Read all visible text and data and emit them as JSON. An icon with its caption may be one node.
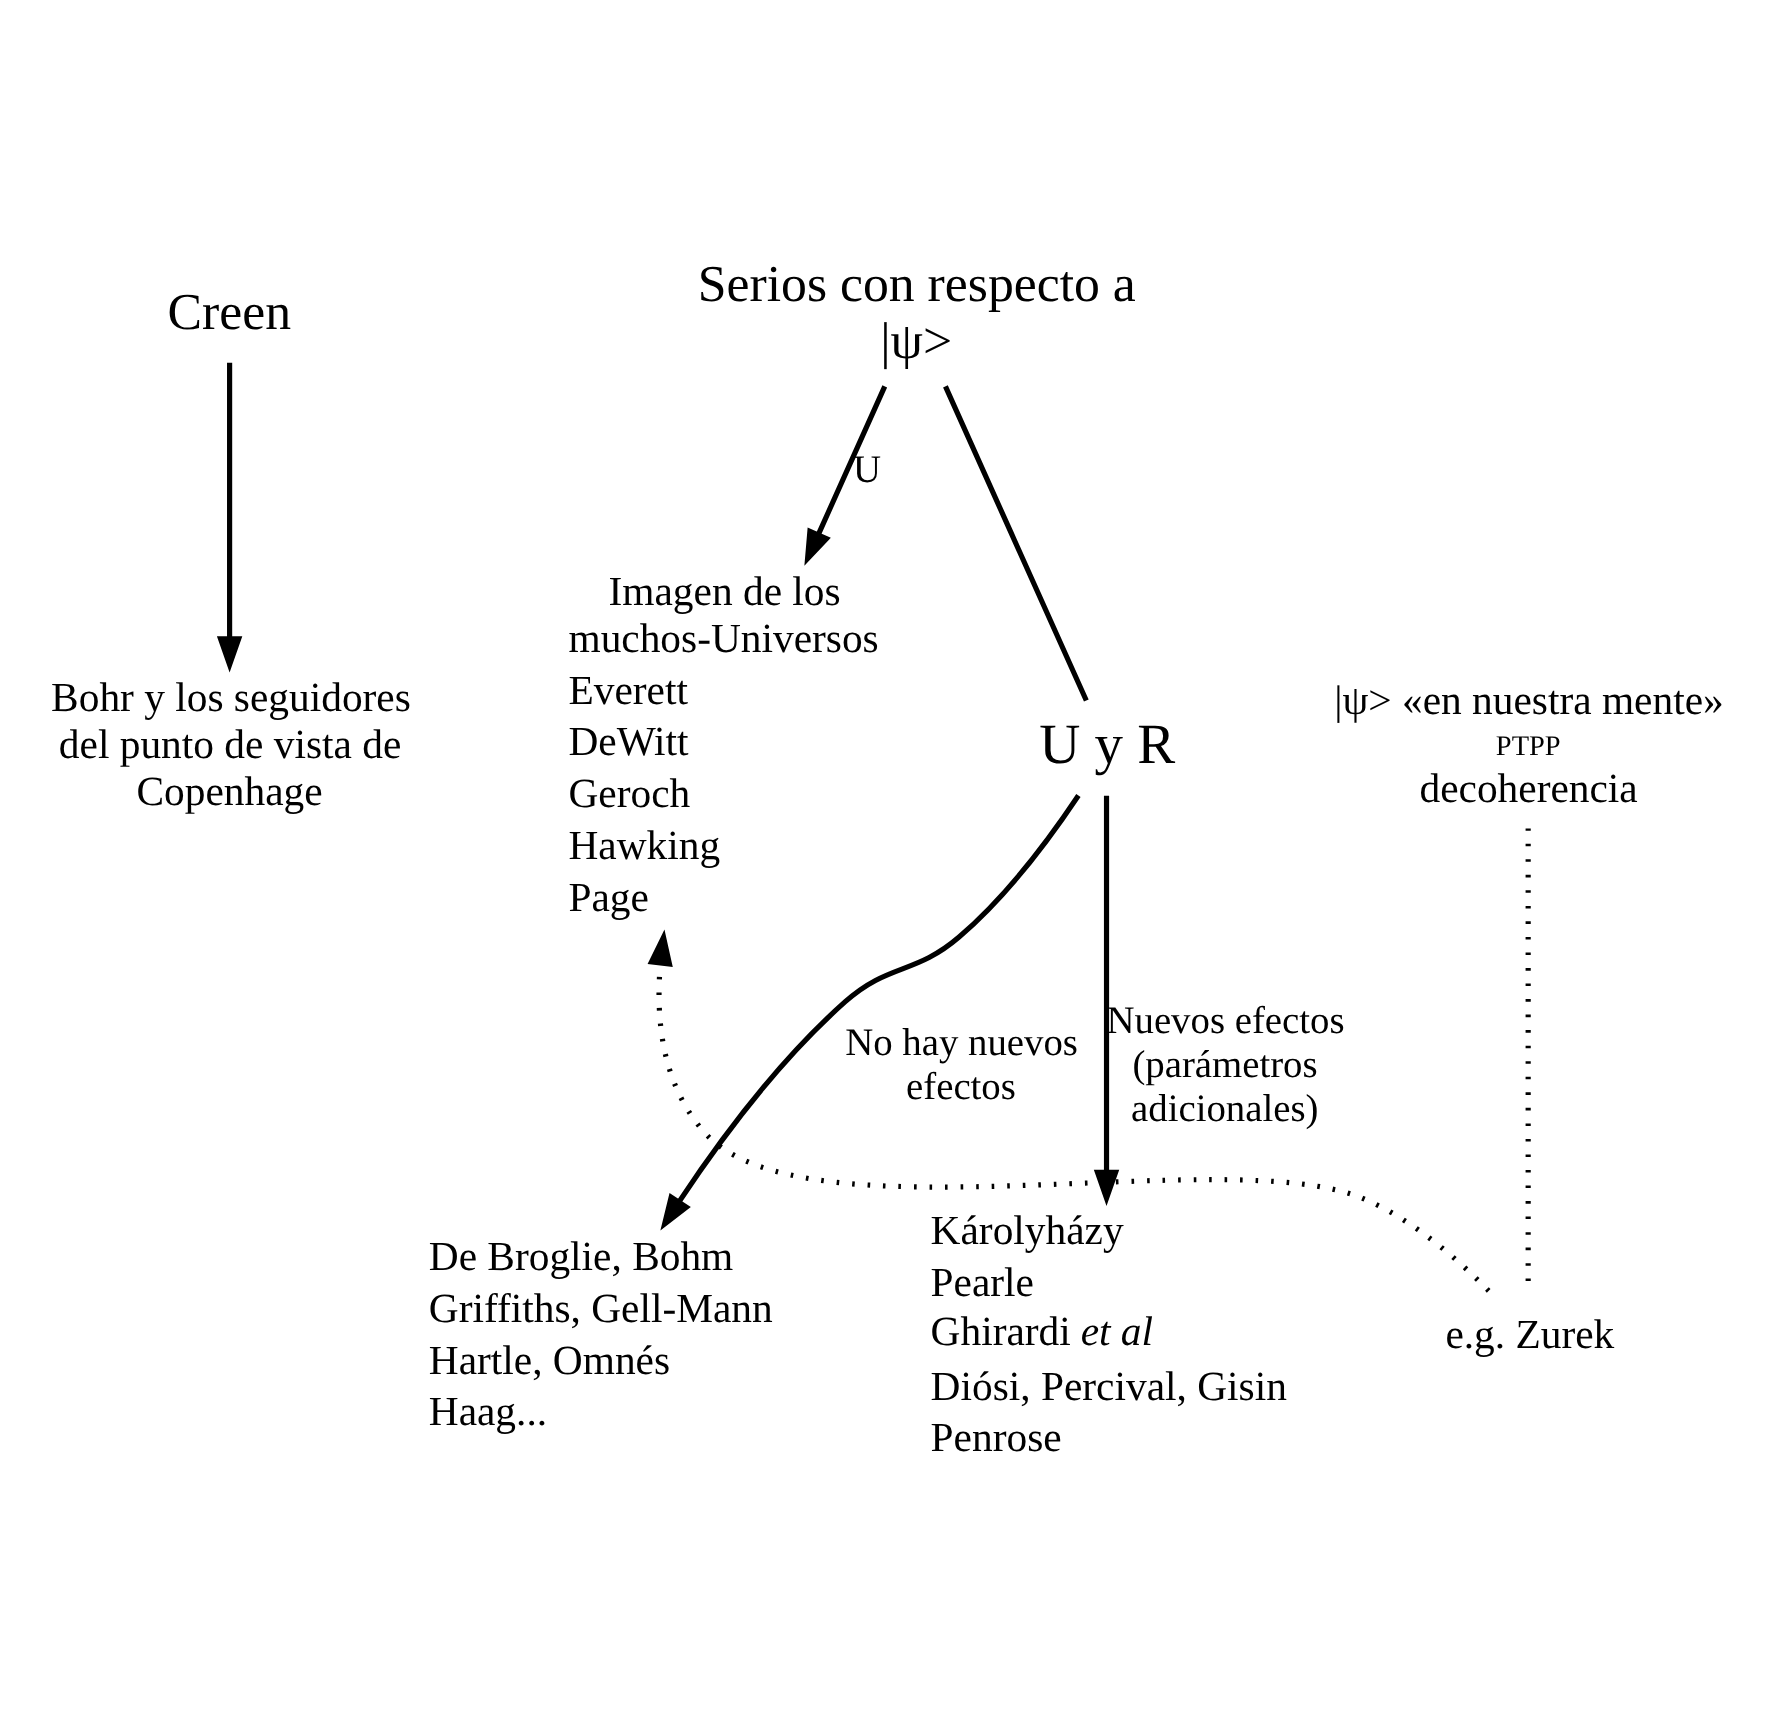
{
  "diagram": {
    "nodes": [
      {
        "text": [
          "Creen"
        ]
      },
      {
        "text": [
          "Serios con respecto a |ψ>"
        ]
      },
      {
        "text": [
          "Bohr y los seguidores del punto de vista de Copenhage"
        ]
      },
      {
        "text": [
          "|ψ> «en nuestra mente»",
          "PTPP",
          "decoherencia"
        ]
      },
      {
        "text": [
          "e.g. Zurek"
        ]
      },
      {
        "text": [
          "Imagen de los muchos-Universos",
          "Everett",
          "DeWitt",
          "Geroch",
          "Hawking",
          "Page"
        ]
      },
      {
        "text": [
          "U y R"
        ]
      },
      {
        "text": [
          "De Broglie, Bohm",
          "Griffiths, Gell-Mann",
          "Hartle, Omnés",
          "Haag..."
        ]
      },
      {
        "text": [
          "Károlyházy",
          "Pearle",
          "Ghirardi *et al*",
          "Diósi, Percival, Gisin",
          "Penrose"
        ]
      }
    ],
    "edges": [
      {
        "from": 0,
        "to": 2,
        "arrow": "to"
      },
      {
        "from": 1,
        "to": 5,
        "arrow": "to",
        "label": "U"
      },
      {
        "from": 1,
        "to": 6,
        "arrow": "none"
      },
      {
        "from": 3,
        "to": 4,
        "arrow": "none",
        "style": "dashed"
      },
      {
        "from": 4,
        "to": 5,
        "arrow": "to",
        "style": "dashed"
      },
      {
        "from": 6,
        "to": 7,
        "arrow": "to",
        "label": "No hay nuevos efectos"
      },
      {
        "from": 6,
        "to": 8,
        "arrow": "to",
        "label": "Nuevos efectos (parámetros adicionales)"
      }
    ]
  }
}
